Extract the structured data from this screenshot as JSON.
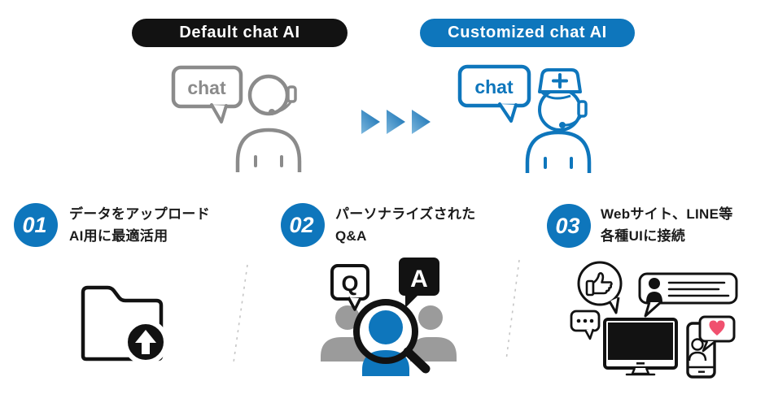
{
  "colors": {
    "accent_blue": "#0e76bc",
    "ink_black": "#121212",
    "agent_gray": "#8b8b8b",
    "people_gray": "#9b9b9b",
    "heart_pink": "#f0506e",
    "divider_gray": "#c6c6c6"
  },
  "header": {
    "default_badge_label": "Default chat AI",
    "customized_badge_label": "Customized chat AI",
    "default_chat_bubble": "chat",
    "customized_chat_bubble": "chat"
  },
  "steps": [
    {
      "number": "01",
      "title_line1": "データをアップロード",
      "title_line2": "AI用に最適活用"
    },
    {
      "number": "02",
      "title_line1": "パーソナライズされた",
      "title_line2": "Q&A",
      "bubble_q": "Q",
      "bubble_a": "A"
    },
    {
      "number": "03",
      "title_line1": "Webサイト、LINE等",
      "title_line2": "各種UIに接続"
    }
  ]
}
